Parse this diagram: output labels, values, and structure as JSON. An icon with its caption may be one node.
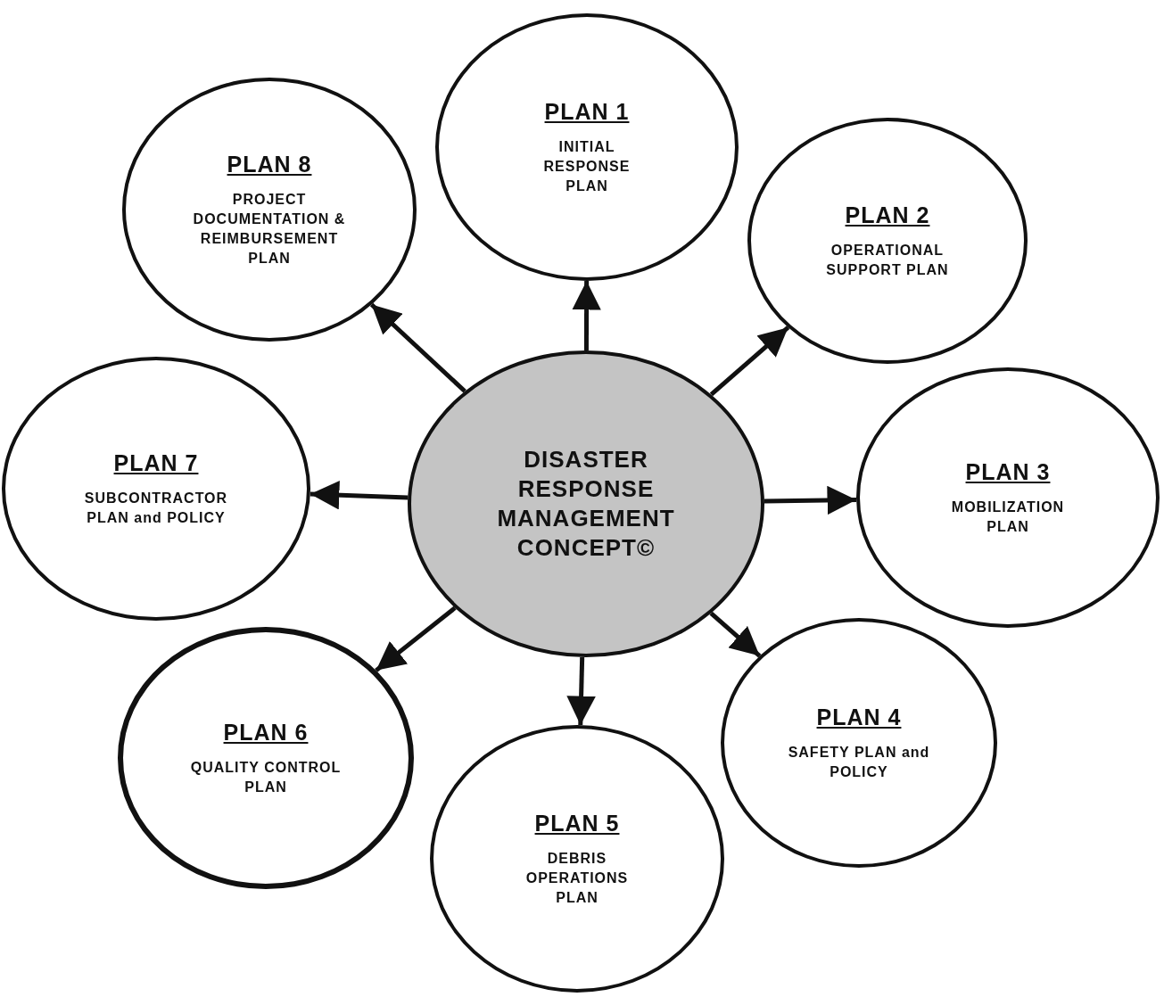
{
  "diagram": {
    "nodes": [
      {
        "text": [
          "DISASTER RESPONSE MANAGEMENT CONCEPT©"
        ]
      },
      {
        "text": [
          "PLAN 1",
          "INITIAL RESPONSE PLAN"
        ]
      },
      {
        "text": [
          "PLAN 2",
          "OPERATIONAL SUPPORT PLAN"
        ]
      },
      {
        "text": [
          "PLAN 3",
          "MOBILIZATION PLAN"
        ]
      },
      {
        "text": [
          "PLAN 4",
          "SAFETY PLAN and POLICY"
        ]
      },
      {
        "text": [
          "PLAN 5",
          "DEBRIS OPERATIONS PLAN"
        ]
      },
      {
        "text": [
          "PLAN 6",
          "QUALITY CONTROL PLAN"
        ]
      },
      {
        "text": [
          "PLAN 7",
          "SUBCONTRACTOR PLAN and POLICY"
        ]
      },
      {
        "text": [
          "PLAN 8",
          "PROJECT DOCUMENTATION & REIMBURSEMENT PLAN"
        ]
      }
    ],
    "edges": [
      {
        "from": 0,
        "to": 1,
        "arrow": "to"
      },
      {
        "from": 0,
        "to": 2,
        "arrow": "to"
      },
      {
        "from": 0,
        "to": 3,
        "arrow": "to"
      },
      {
        "from": 0,
        "to": 4,
        "arrow": "to"
      },
      {
        "from": 0,
        "to": 5,
        "arrow": "to"
      },
      {
        "from": 0,
        "to": 6,
        "arrow": "to"
      },
      {
        "from": 0,
        "to": 7,
        "arrow": "to"
      },
      {
        "from": 0,
        "to": 8,
        "arrow": "to"
      }
    ]
  }
}
